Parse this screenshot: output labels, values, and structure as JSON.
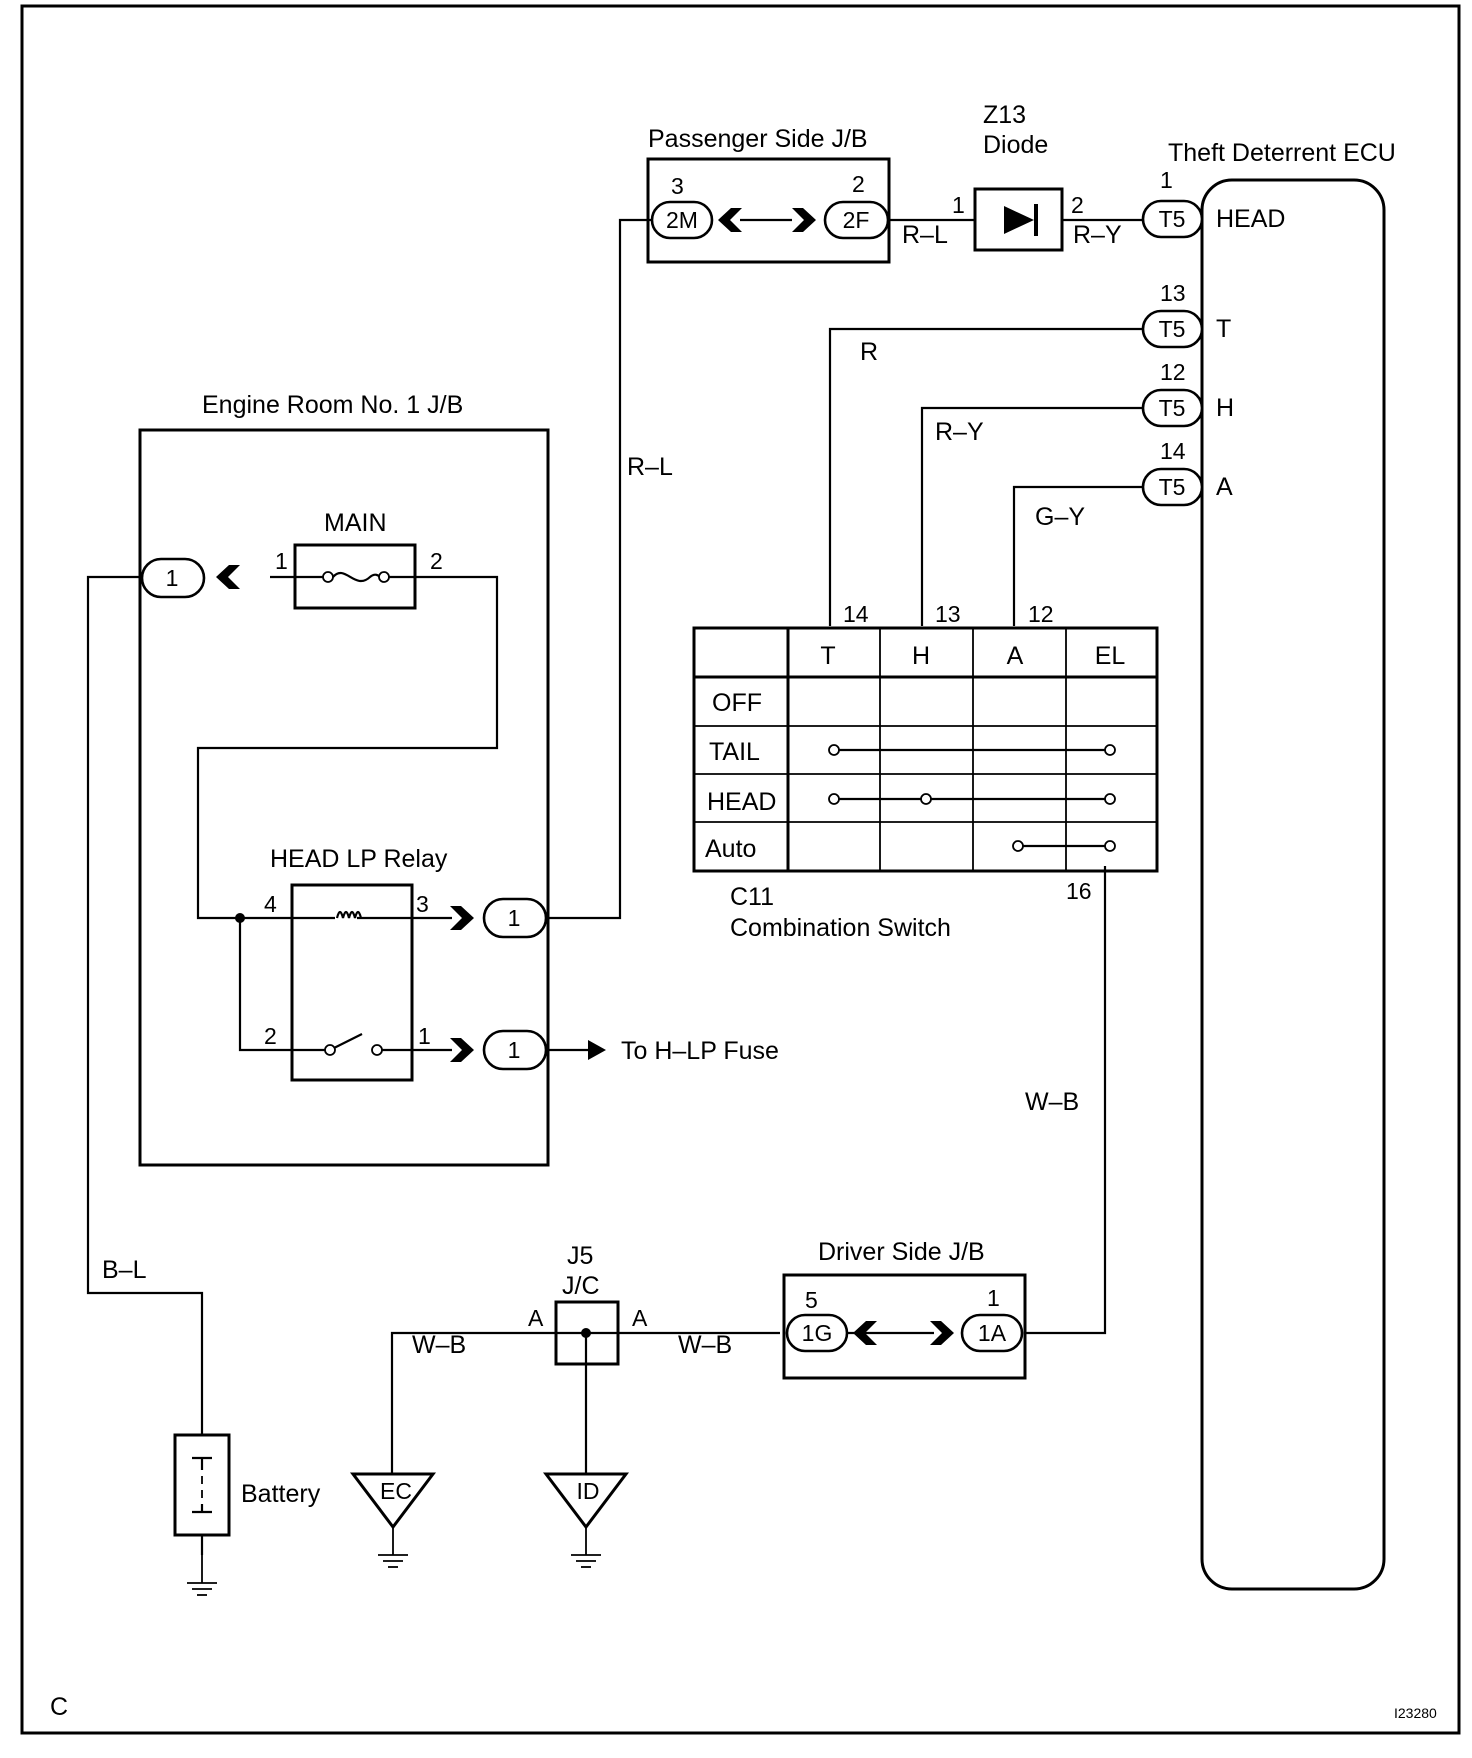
{
  "footer": {
    "corner_letter": "C",
    "figure_id": "I23280"
  },
  "components": {
    "passenger_jb": {
      "title": "Passenger Side J/B",
      "pin_left": "3",
      "pin_right": "2",
      "conn_left": "2M",
      "conn_right": "2F"
    },
    "diode": {
      "title_line1": "Z13",
      "title_line2": "Diode",
      "pin_in": "1",
      "pin_out": "2"
    },
    "ecu": {
      "title": "Theft Deterrent ECU",
      "pins": [
        {
          "num": "1",
          "conn": "T5",
          "term": "HEAD"
        },
        {
          "num": "13",
          "conn": "T5",
          "term": "T"
        },
        {
          "num": "12",
          "conn": "T5",
          "term": "H"
        },
        {
          "num": "14",
          "conn": "T5",
          "term": "A"
        }
      ]
    },
    "engine_jb": {
      "title": "Engine Room No. 1 J/B",
      "fuse_label": "MAIN",
      "fuse_pin_left": "1",
      "fuse_pin_right": "2",
      "conn_main": "1"
    },
    "relay": {
      "title": "HEAD LP Relay",
      "pin_4": "4",
      "pin_3": "3",
      "pin_2": "2",
      "pin_1": "1",
      "conn_3": "1",
      "conn_1": "1",
      "to_label": "To H–LP Fuse"
    },
    "combination_switch": {
      "code": "C11",
      "title": "Combination Switch",
      "top_pins": [
        "14",
        "13",
        "12"
      ],
      "bottom_pin": "16",
      "columns": [
        "T",
        "H",
        "A",
        "EL"
      ],
      "rows": [
        "OFF",
        "TAIL",
        "HEAD",
        "Auto"
      ]
    },
    "driver_jb": {
      "title": "Driver Side J/B",
      "pin_left": "5",
      "pin_right": "1",
      "conn_left": "1G",
      "conn_right": "1A"
    },
    "junction": {
      "title_line1": "J5",
      "title_line2": "J/C",
      "pin_left": "A",
      "pin_right": "A"
    },
    "battery": {
      "label": "Battery"
    },
    "grounds": {
      "ec": "EC",
      "id": "ID"
    }
  },
  "wires": {
    "rl_top": "R–L",
    "ry_top": "R–Y",
    "r": "R",
    "ry": "R–Y",
    "gy": "G–Y",
    "rl_vertical": "R–L",
    "wb_vertical": "W–B",
    "wb_right": "W–B",
    "wb_left": "W–B",
    "bl": "B–L"
  }
}
